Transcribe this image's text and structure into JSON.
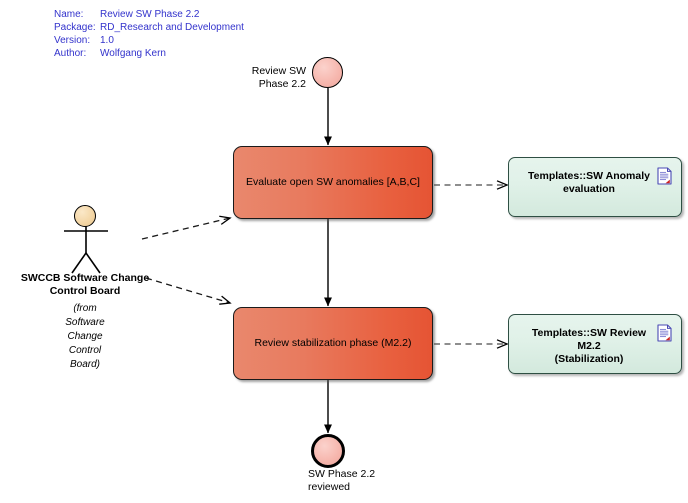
{
  "header": {
    "rows": [
      {
        "key": "Name:",
        "value": "Review SW Phase 2.2"
      },
      {
        "key": "Package:",
        "value": "RD_Research and Development"
      },
      {
        "key": "Version:",
        "value": "1.0"
      },
      {
        "key": "Author:",
        "value": "Wolfgang Kern"
      }
    ],
    "color": "#3333cc"
  },
  "nodes": {
    "start": {
      "label": "Review SW\nPhase 2.2",
      "fill": "#f6b5ac",
      "stroke": "#000000"
    },
    "end": {
      "label": "SW Phase 2.2\nreviewed",
      "fill": "#f6b5ac",
      "stroke": "#000000"
    },
    "activity_1": {
      "label": "Evaluate open SW anomalies [A,B,C]",
      "fill_start": "#e9886d",
      "fill_end": "#e55434"
    },
    "activity_2": {
      "label": "Review stabilization phase (M2.2)",
      "fill_start": "#e9886d",
      "fill_end": "#e55434"
    },
    "artifact_1": {
      "label": "Templates::SW Anomaly\nevaluation",
      "icon": "document-icon",
      "fill": "#e0f1e8"
    },
    "artifact_2": {
      "label": "Templates::SW Review M2.2\n(Stabilization)",
      "icon": "document-icon",
      "fill": "#e0f1e8"
    },
    "actor": {
      "name": "SWCCB Software Change\nControl Board",
      "qualifier": "(from\nSoftware\nChange\nControl\nBoard)",
      "head_fill": "#f3d5a4"
    }
  }
}
